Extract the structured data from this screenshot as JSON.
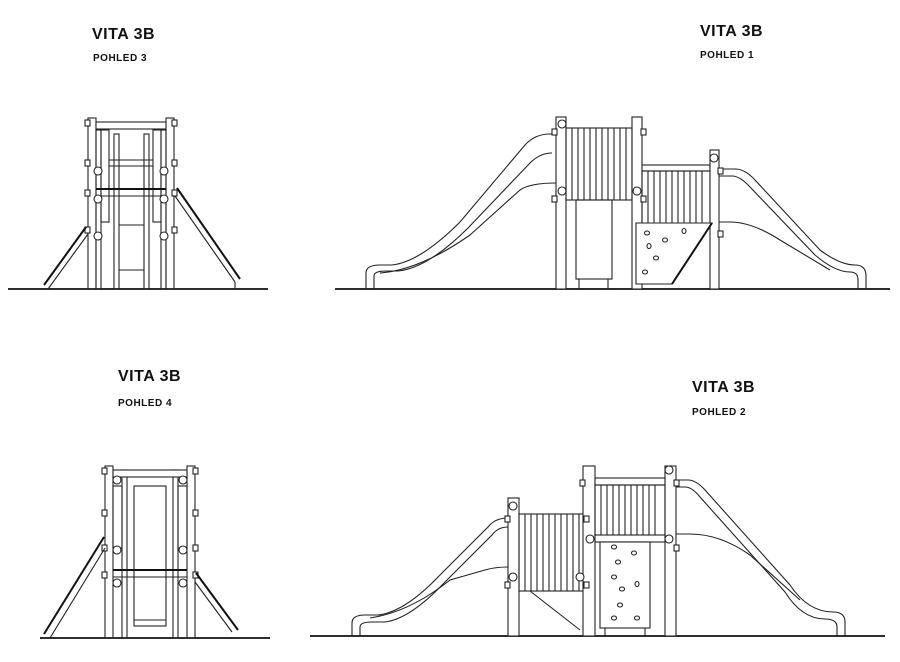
{
  "views": [
    {
      "title": "VITA 3B",
      "subtitle": "POHLED 3"
    },
    {
      "title": "VITA 3B",
      "subtitle": "POHLED 1"
    },
    {
      "title": "VITA 3B",
      "subtitle": "POHLED 4"
    },
    {
      "title": "VITA 3B",
      "subtitle": "POHLED 2"
    }
  ]
}
